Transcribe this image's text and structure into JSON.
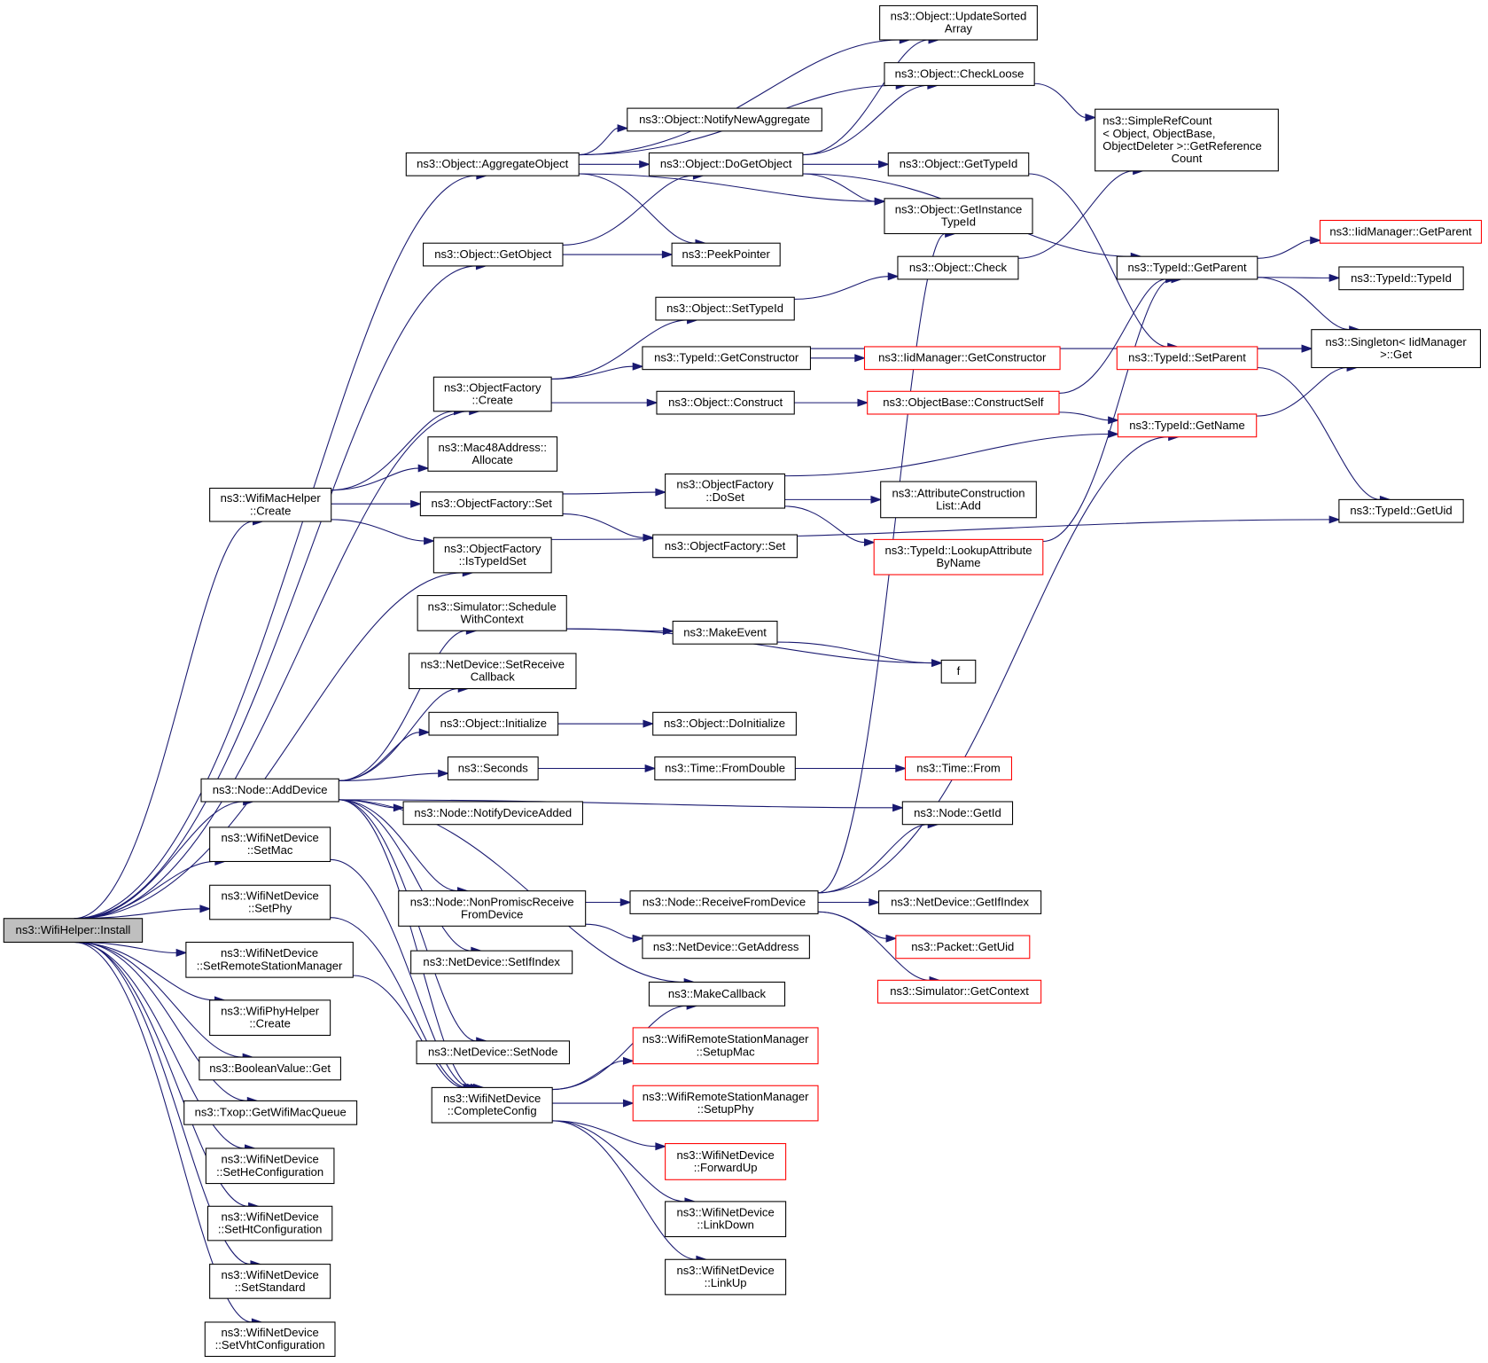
{
  "graph": {
    "title": "ns3::WifiHelper::Install call graph",
    "colors": {
      "edge": "#191970",
      "node_border_default": "#000000",
      "node_border_undocumented": "#ff0000",
      "root_fill": "#bfbfbf"
    },
    "nodes": [
      {
        "id": "install",
        "lines": [
          "ns3::WifiHelper::Install"
        ],
        "style": "root"
      },
      {
        "id": "aggregate",
        "lines": [
          "ns3::Object::AggregateObject"
        ],
        "style": "normal"
      },
      {
        "id": "getobject",
        "lines": [
          "ns3::Object::GetObject"
        ],
        "style": "normal"
      },
      {
        "id": "ofcreate",
        "lines": [
          "ns3::ObjectFactory",
          "::Create"
        ],
        "style": "normal"
      },
      {
        "id": "wmhcreate",
        "lines": [
          "ns3::WifiMacHelper",
          "::Create"
        ],
        "style": "normal"
      },
      {
        "id": "istypeidset",
        "lines": [
          "ns3::ObjectFactory",
          "::IsTypeIdSet"
        ],
        "style": "normal"
      },
      {
        "id": "adddevice",
        "lines": [
          "ns3::Node::AddDevice"
        ],
        "style": "normal"
      },
      {
        "id": "setmac",
        "lines": [
          "ns3::WifiNetDevice",
          "::SetMac"
        ],
        "style": "normal"
      },
      {
        "id": "setphy",
        "lines": [
          "ns3::WifiNetDevice",
          "::SetPhy"
        ],
        "style": "normal"
      },
      {
        "id": "setrsm",
        "lines": [
          "ns3::WifiNetDevice",
          "::SetRemoteStationManager"
        ],
        "style": "normal"
      },
      {
        "id": "wphcreate",
        "lines": [
          "ns3::WifiPhyHelper",
          "::Create"
        ],
        "style": "normal"
      },
      {
        "id": "boolget",
        "lines": [
          "ns3::BooleanValue::Get"
        ],
        "style": "normal"
      },
      {
        "id": "txopq",
        "lines": [
          "ns3::Txop::GetWifiMacQueue"
        ],
        "style": "normal"
      },
      {
        "id": "sethe",
        "lines": [
          "ns3::WifiNetDevice",
          "::SetHeConfiguration"
        ],
        "style": "normal"
      },
      {
        "id": "setht",
        "lines": [
          "ns3::WifiNetDevice",
          "::SetHtConfiguration"
        ],
        "style": "normal"
      },
      {
        "id": "setstd",
        "lines": [
          "ns3::WifiNetDevice",
          "::SetStandard"
        ],
        "style": "normal"
      },
      {
        "id": "setvht",
        "lines": [
          "ns3::WifiNetDevice",
          "::SetVhtConfiguration"
        ],
        "style": "normal"
      },
      {
        "id": "notifyagg",
        "lines": [
          "ns3::Object::NotifyNewAggregate"
        ],
        "style": "normal"
      },
      {
        "id": "dogetobject",
        "lines": [
          "ns3::Object::DoGetObject"
        ],
        "style": "normal"
      },
      {
        "id": "peek",
        "lines": [
          "ns3::PeekPointer"
        ],
        "style": "normal"
      },
      {
        "id": "settypeid",
        "lines": [
          "ns3::Object::SetTypeId"
        ],
        "style": "normal"
      },
      {
        "id": "getconstructor",
        "lines": [
          "ns3::TypeId::GetConstructor"
        ],
        "style": "normal"
      },
      {
        "id": "construct",
        "lines": [
          "ns3::Object::Construct"
        ],
        "style": "normal"
      },
      {
        "id": "macalloc",
        "lines": [
          "ns3::Mac48Address::",
          "Allocate"
        ],
        "style": "normal"
      },
      {
        "id": "ofset",
        "lines": [
          "ns3::ObjectFactory::Set"
        ],
        "style": "normal"
      },
      {
        "id": "ofdoset",
        "lines": [
          "ns3::ObjectFactory",
          "::DoSet"
        ],
        "style": "normal"
      },
      {
        "id": "ofset2",
        "lines": [
          "ns3::ObjectFactory::Set"
        ],
        "style": "normal"
      },
      {
        "id": "schedctx",
        "lines": [
          "ns3::Simulator::Schedule",
          "WithContext"
        ],
        "style": "normal"
      },
      {
        "id": "setrecvcb",
        "lines": [
          "ns3::NetDevice::SetReceive",
          "Callback"
        ],
        "style": "normal"
      },
      {
        "id": "initialize",
        "lines": [
          "ns3::Object::Initialize"
        ],
        "style": "normal"
      },
      {
        "id": "seconds",
        "lines": [
          "ns3::Seconds"
        ],
        "style": "normal"
      },
      {
        "id": "notifydev",
        "lines": [
          "ns3::Node::NotifyDeviceAdded"
        ],
        "style": "normal"
      },
      {
        "id": "nonpromisc",
        "lines": [
          "ns3::Node::NonPromiscReceive",
          "FromDevice"
        ],
        "style": "normal"
      },
      {
        "id": "setifindex",
        "lines": [
          "ns3::NetDevice::SetIfIndex"
        ],
        "style": "normal"
      },
      {
        "id": "makecallback",
        "lines": [
          "ns3::MakeCallback"
        ],
        "style": "normal"
      },
      {
        "id": "setnode",
        "lines": [
          "ns3::NetDevice::SetNode"
        ],
        "style": "normal"
      },
      {
        "id": "completeconfig",
        "lines": [
          "ns3::WifiNetDevice",
          "::CompleteConfig"
        ],
        "style": "normal"
      },
      {
        "id": "updatesorted",
        "lines": [
          "ns3::Object::UpdateSorted",
          "Array"
        ],
        "style": "normal"
      },
      {
        "id": "checkloose",
        "lines": [
          "ns3::Object::CheckLoose"
        ],
        "style": "normal"
      },
      {
        "id": "gettypeid",
        "lines": [
          "ns3::Object::GetTypeId"
        ],
        "style": "normal"
      },
      {
        "id": "getinsttypeid",
        "lines": [
          "ns3::Object::GetInstance",
          "TypeId"
        ],
        "style": "normal"
      },
      {
        "id": "check",
        "lines": [
          "ns3::Object::Check"
        ],
        "style": "normal"
      },
      {
        "id": "iidgetconstructor",
        "lines": [
          "ns3::IidManager::GetConstructor"
        ],
        "style": "red"
      },
      {
        "id": "constructself",
        "lines": [
          "ns3::ObjectBase::ConstructSelf"
        ],
        "style": "red"
      },
      {
        "id": "attrlistadd",
        "lines": [
          "ns3::AttributeConstruction",
          "List::Add"
        ],
        "style": "normal"
      },
      {
        "id": "lookupattr",
        "lines": [
          "ns3::TypeId::LookupAttribute",
          "ByName"
        ],
        "style": "red"
      },
      {
        "id": "makeevent",
        "lines": [
          "ns3::MakeEvent"
        ],
        "style": "normal"
      },
      {
        "id": "f",
        "lines": [
          "f"
        ],
        "style": "normal"
      },
      {
        "id": "doinitialize",
        "lines": [
          "ns3::Object::DoInitialize"
        ],
        "style": "normal"
      },
      {
        "id": "fromdouble",
        "lines": [
          "ns3::Time::FromDouble"
        ],
        "style": "normal"
      },
      {
        "id": "timefrom",
        "lines": [
          "ns3::Time::From"
        ],
        "style": "red"
      },
      {
        "id": "nodegetid",
        "lines": [
          "ns3::Node::GetId"
        ],
        "style": "normal"
      },
      {
        "id": "recvfromdev",
        "lines": [
          "ns3::Node::ReceiveFromDevice"
        ],
        "style": "normal"
      },
      {
        "id": "getaddress",
        "lines": [
          "ns3::NetDevice::GetAddress"
        ],
        "style": "normal"
      },
      {
        "id": "getifindex",
        "lines": [
          "ns3::NetDevice::GetIfIndex"
        ],
        "style": "normal"
      },
      {
        "id": "packetgetuid",
        "lines": [
          "ns3::Packet::GetUid"
        ],
        "style": "red"
      },
      {
        "id": "simgetctx",
        "lines": [
          "ns3::Simulator::GetContext"
        ],
        "style": "red"
      },
      {
        "id": "setupmac",
        "lines": [
          "ns3::WifiRemoteStationManager",
          "::SetupMac"
        ],
        "style": "red"
      },
      {
        "id": "setupphy",
        "lines": [
          "ns3::WifiRemoteStationManager",
          "::SetupPhy"
        ],
        "style": "red"
      },
      {
        "id": "forwardup",
        "lines": [
          "ns3::WifiNetDevice",
          "::ForwardUp"
        ],
        "style": "red"
      },
      {
        "id": "linkdown",
        "lines": [
          "ns3::WifiNetDevice",
          "::LinkDown"
        ],
        "style": "normal"
      },
      {
        "id": "linkup",
        "lines": [
          "ns3::WifiNetDevice",
          "::LinkUp"
        ],
        "style": "normal"
      },
      {
        "id": "simplerefcount",
        "lines": [
          "ns3::SimpleRefCount",
          "< Object, ObjectBase,",
          " ObjectDeleter >::GetReference",
          "Count"
        ],
        "style": "normal"
      },
      {
        "id": "typeidgetparent",
        "lines": [
          "ns3::TypeId::GetParent"
        ],
        "style": "normal"
      },
      {
        "id": "typeidsetparent",
        "lines": [
          "ns3::TypeId::SetParent"
        ],
        "style": "red"
      },
      {
        "id": "typeidgetname",
        "lines": [
          "ns3::TypeId::GetName"
        ],
        "style": "red"
      },
      {
        "id": "iidgetparent",
        "lines": [
          "ns3::IidManager::GetParent"
        ],
        "style": "red"
      },
      {
        "id": "typeidtypeid",
        "lines": [
          "ns3::TypeId::TypeId"
        ],
        "style": "normal"
      },
      {
        "id": "singletonget",
        "lines": [
          "ns3::Singleton< IidManager",
          ">::Get"
        ],
        "style": "normal"
      },
      {
        "id": "typeidgetuid",
        "lines": [
          "ns3::TypeId::GetUid"
        ],
        "style": "normal"
      }
    ],
    "edges": [
      [
        "install",
        "aggregate"
      ],
      [
        "install",
        "getobject"
      ],
      [
        "install",
        "ofcreate"
      ],
      [
        "install",
        "wmhcreate"
      ],
      [
        "install",
        "istypeidset"
      ],
      [
        "install",
        "adddevice"
      ],
      [
        "install",
        "setmac"
      ],
      [
        "install",
        "setphy"
      ],
      [
        "install",
        "setrsm"
      ],
      [
        "install",
        "wphcreate"
      ],
      [
        "install",
        "boolget"
      ],
      [
        "install",
        "txopq"
      ],
      [
        "install",
        "sethe"
      ],
      [
        "install",
        "setht"
      ],
      [
        "install",
        "setstd"
      ],
      [
        "install",
        "setvht"
      ],
      [
        "aggregate",
        "updatesorted"
      ],
      [
        "aggregate",
        "checkloose"
      ],
      [
        "aggregate",
        "notifyagg"
      ],
      [
        "aggregate",
        "dogetobject"
      ],
      [
        "aggregate",
        "getinsttypeid"
      ],
      [
        "aggregate",
        "peek"
      ],
      [
        "getobject",
        "dogetobject"
      ],
      [
        "getobject",
        "peek"
      ],
      [
        "dogetobject",
        "updatesorted"
      ],
      [
        "dogetobject",
        "checkloose"
      ],
      [
        "dogetobject",
        "gettypeid"
      ],
      [
        "dogetobject",
        "getinsttypeid"
      ],
      [
        "dogetobject",
        "typeidgetparent"
      ],
      [
        "checkloose",
        "simplerefcount"
      ],
      [
        "check",
        "simplerefcount"
      ],
      [
        "gettypeid",
        "typeidsetparent"
      ],
      [
        "ofcreate",
        "settypeid"
      ],
      [
        "ofcreate",
        "getconstructor"
      ],
      [
        "ofcreate",
        "construct"
      ],
      [
        "settypeid",
        "check"
      ],
      [
        "getconstructor",
        "iidgetconstructor"
      ],
      [
        "getconstructor",
        "singletonget"
      ],
      [
        "construct",
        "constructself"
      ],
      [
        "constructself",
        "typeidgetparent"
      ],
      [
        "constructself",
        "typeidgetname"
      ],
      [
        "wmhcreate",
        "ofcreate"
      ],
      [
        "wmhcreate",
        "macalloc"
      ],
      [
        "wmhcreate",
        "ofset"
      ],
      [
        "wmhcreate",
        "istypeidset"
      ],
      [
        "ofset",
        "ofdoset"
      ],
      [
        "ofset",
        "ofset2"
      ],
      [
        "ofdoset",
        "typeidgetname"
      ],
      [
        "ofdoset",
        "attrlistadd"
      ],
      [
        "ofdoset",
        "lookupattr"
      ],
      [
        "lookupattr",
        "typeidgetparent"
      ],
      [
        "istypeidset",
        "typeidgetuid"
      ],
      [
        "typeidgetparent",
        "iidgetparent"
      ],
      [
        "typeidgetparent",
        "typeidtypeid"
      ],
      [
        "typeidgetparent",
        "singletonget"
      ],
      [
        "typeidsetparent",
        "singletonget"
      ],
      [
        "typeidsetparent",
        "typeidgetuid"
      ],
      [
        "typeidgetname",
        "singletonget"
      ],
      [
        "adddevice",
        "schedctx"
      ],
      [
        "adddevice",
        "setrecvcb"
      ],
      [
        "adddevice",
        "initialize"
      ],
      [
        "adddevice",
        "seconds"
      ],
      [
        "adddevice",
        "notifydev"
      ],
      [
        "adddevice",
        "nodegetid"
      ],
      [
        "adddevice",
        "nonpromisc"
      ],
      [
        "adddevice",
        "setifindex"
      ],
      [
        "adddevice",
        "makecallback"
      ],
      [
        "adddevice",
        "setnode"
      ],
      [
        "adddevice",
        "completeconfig"
      ],
      [
        "schedctx",
        "makeevent"
      ],
      [
        "schedctx",
        "f"
      ],
      [
        "makeevent",
        "f"
      ],
      [
        "initialize",
        "doinitialize"
      ],
      [
        "seconds",
        "fromdouble"
      ],
      [
        "fromdouble",
        "timefrom"
      ],
      [
        "nonpromisc",
        "recvfromdev"
      ],
      [
        "nonpromisc",
        "getaddress"
      ],
      [
        "recvfromdev",
        "getinsttypeid"
      ],
      [
        "recvfromdev",
        "nodegetid"
      ],
      [
        "recvfromdev",
        "typeidgetname"
      ],
      [
        "recvfromdev",
        "getifindex"
      ],
      [
        "recvfromdev",
        "packetgetuid"
      ],
      [
        "recvfromdev",
        "simgetctx"
      ],
      [
        "setmac",
        "completeconfig"
      ],
      [
        "setphy",
        "completeconfig"
      ],
      [
        "setrsm",
        "completeconfig"
      ],
      [
        "completeconfig",
        "makecallback"
      ],
      [
        "completeconfig",
        "setupmac"
      ],
      [
        "completeconfig",
        "setupphy"
      ],
      [
        "completeconfig",
        "forwardup"
      ],
      [
        "completeconfig",
        "linkdown"
      ],
      [
        "completeconfig",
        "linkup"
      ]
    ]
  }
}
